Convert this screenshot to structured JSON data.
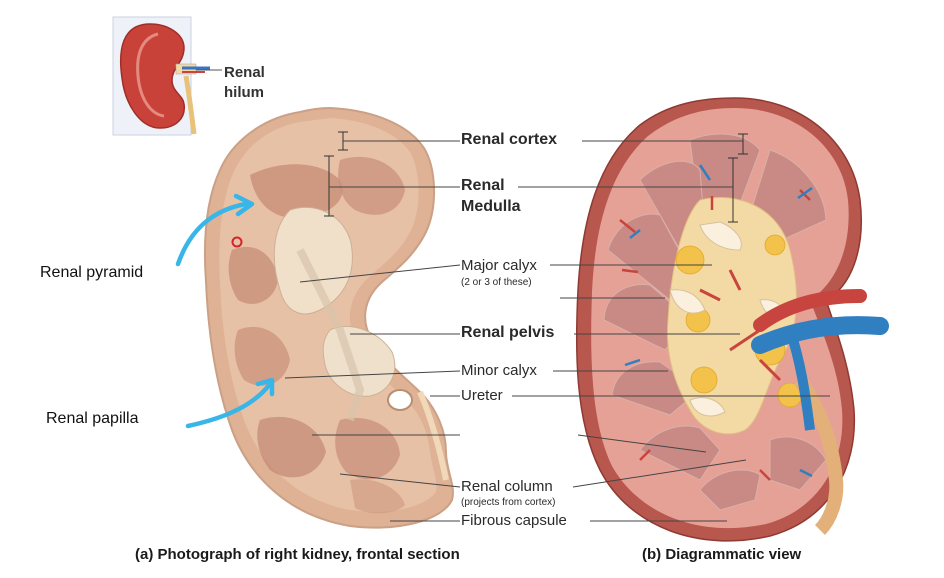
{
  "inset": {
    "hilum_label_line1": "Renal",
    "hilum_label_line2": "hilum"
  },
  "labels": {
    "renal_cortex": "Renal cortex",
    "renal_medulla_line1": "Renal",
    "renal_medulla_line2": "Medulla",
    "major_calyx": "Major calyx",
    "major_calyx_note": "(2 or 3 of these)",
    "renal_pelvis": "Renal pelvis",
    "minor_calyx": "Minor calyx",
    "ureter": "Ureter",
    "renal_column": "Renal column",
    "renal_column_note": "(projects from cortex)",
    "fibrous_capsule": "Fibrous capsule"
  },
  "annotations": {
    "renal_pyramid": "Renal pyramid",
    "renal_papilla": "Renal papilla"
  },
  "captions": {
    "photo": "(a) Photograph of right kidney, frontal section",
    "diagram": "(b) Diagrammatic view"
  },
  "colors": {
    "arrow": "#38b6e8",
    "photo_tissue": "#e3b797",
    "cortex": "#e6a196",
    "pyramid": "#c98a85",
    "capsule": "#b8574e",
    "calyx": "#f3d9a3",
    "fat": "#f2c24a",
    "artery": "#c8443e",
    "vein": "#2f7fc1"
  }
}
